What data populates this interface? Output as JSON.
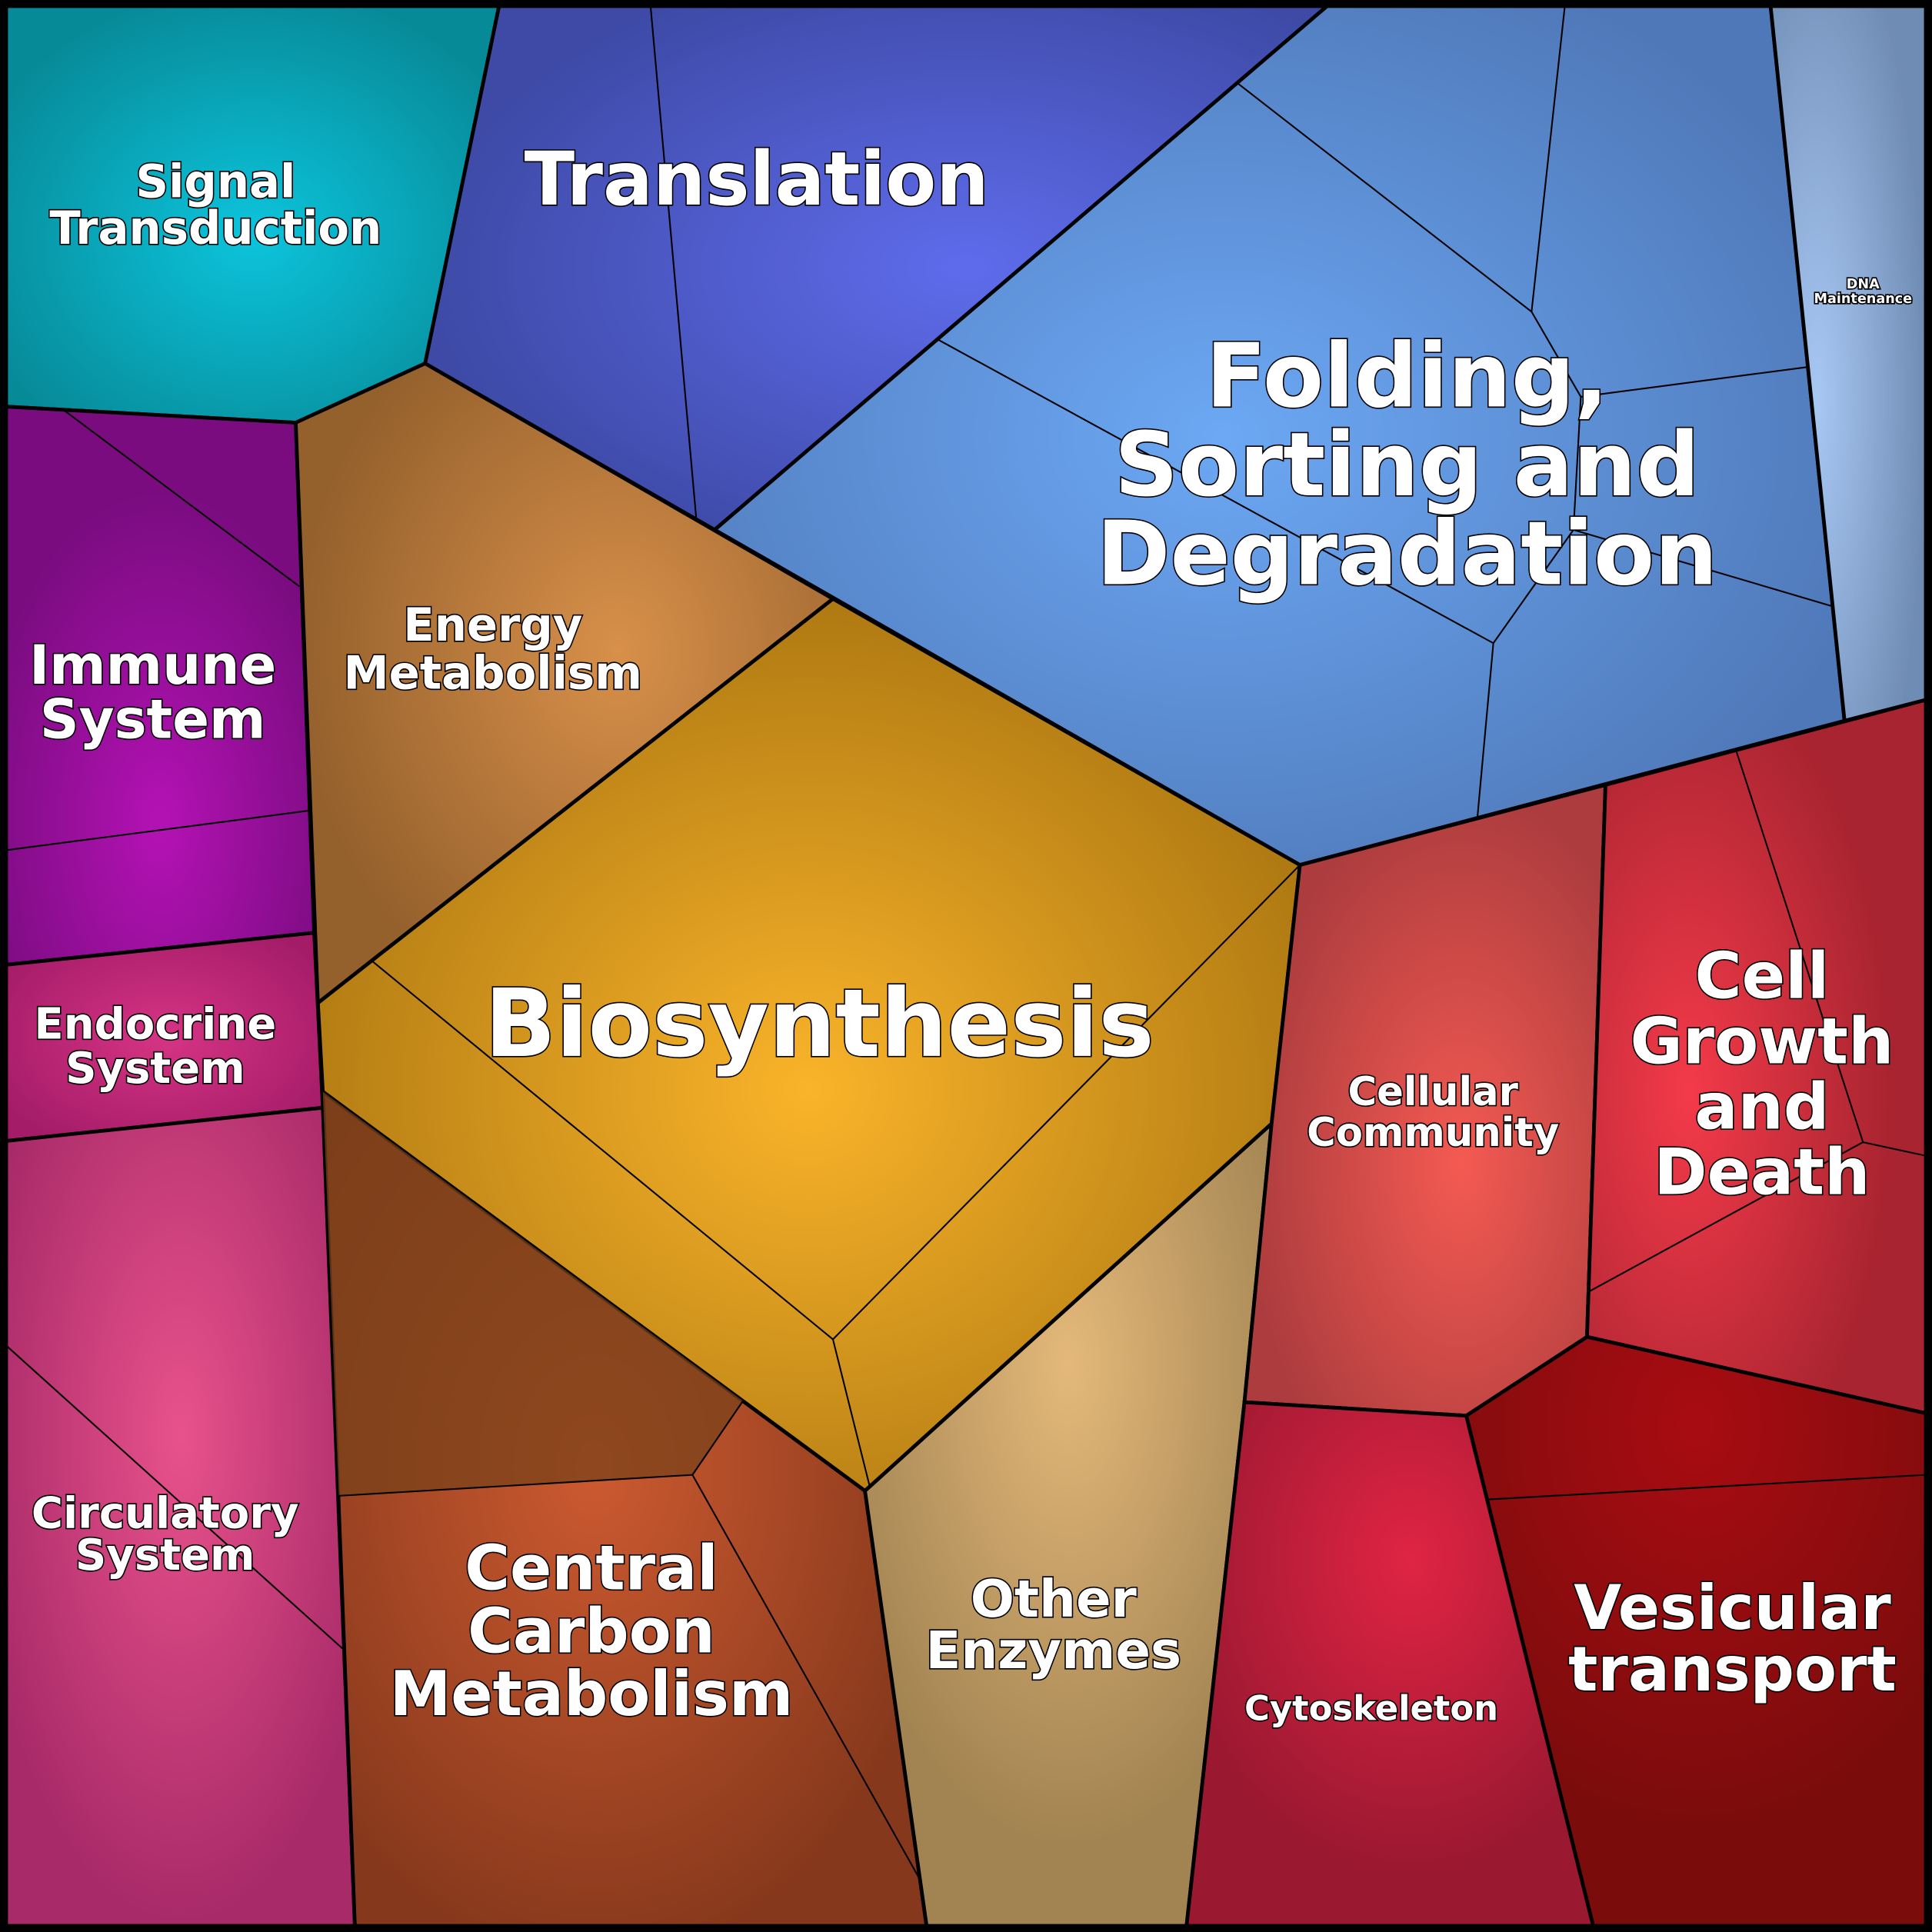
{
  "title": "Proteomap",
  "regions": [
    {
      "id": "signal",
      "lines": [
        "Signal",
        "Transduction"
      ],
      "color": "#078a98",
      "highlight": "#0cc4dc"
    },
    {
      "id": "translation",
      "lines": [
        "Translation"
      ],
      "color": "#3e4aa6",
      "highlight": "#5f6cec"
    },
    {
      "id": "folding",
      "lines": [
        "Folding,",
        "Sorting and",
        "Degradation"
      ],
      "color": "#4f78b8",
      "highlight": "#6ca8f4"
    },
    {
      "id": "dna",
      "lines": [
        "DNA",
        "Maintenance"
      ],
      "color": "#6f8cb4",
      "highlight": "#a8c8f4"
    },
    {
      "id": "immune",
      "lines": [
        "Immune",
        "System"
      ],
      "color": "#7a0c80",
      "highlight": "#b412b4"
    },
    {
      "id": "energy",
      "lines": [
        "Energy",
        "Metabolism"
      ],
      "color": "#94602c",
      "highlight": "#d8904a"
    },
    {
      "id": "biosynthesis",
      "lines": [
        "Biosynthesis"
      ],
      "color": "#a87410",
      "highlight": "#fab42a"
    },
    {
      "id": "endocrine",
      "lines": [
        "Endocrine",
        "System"
      ],
      "color": "#a41c68",
      "highlight": "#d63484"
    },
    {
      "id": "circulatory",
      "lines": [
        "Circulatory",
        "System"
      ],
      "color": "#a82a68",
      "highlight": "#e8528c"
    },
    {
      "id": "carbon",
      "lines": [
        "Central",
        "Carbon",
        "Metabolism"
      ],
      "color": "#86381c",
      "highlight": "#cc5a30"
    },
    {
      "id": "enzymes",
      "lines": [
        "Other",
        "Enzymes"
      ],
      "color": "#a28452",
      "highlight": "#e4b87a"
    },
    {
      "id": "community",
      "lines": [
        "Cellular",
        "Community"
      ],
      "color": "#ac3c3e",
      "highlight": "#f45a52"
    },
    {
      "id": "growth",
      "lines": [
        "Cell",
        "Growth",
        "and",
        "Death"
      ],
      "color": "#a82430",
      "highlight": "#f43a4a"
    },
    {
      "id": "vesicular",
      "lines": [
        "Vesicular",
        "transport"
      ],
      "color": "#7a0c0c",
      "highlight": "#a80c12"
    },
    {
      "id": "cytoskeleton",
      "lines": [
        "Cytoskeleton"
      ],
      "color": "#9a1830",
      "highlight": "#e02444"
    }
  ]
}
